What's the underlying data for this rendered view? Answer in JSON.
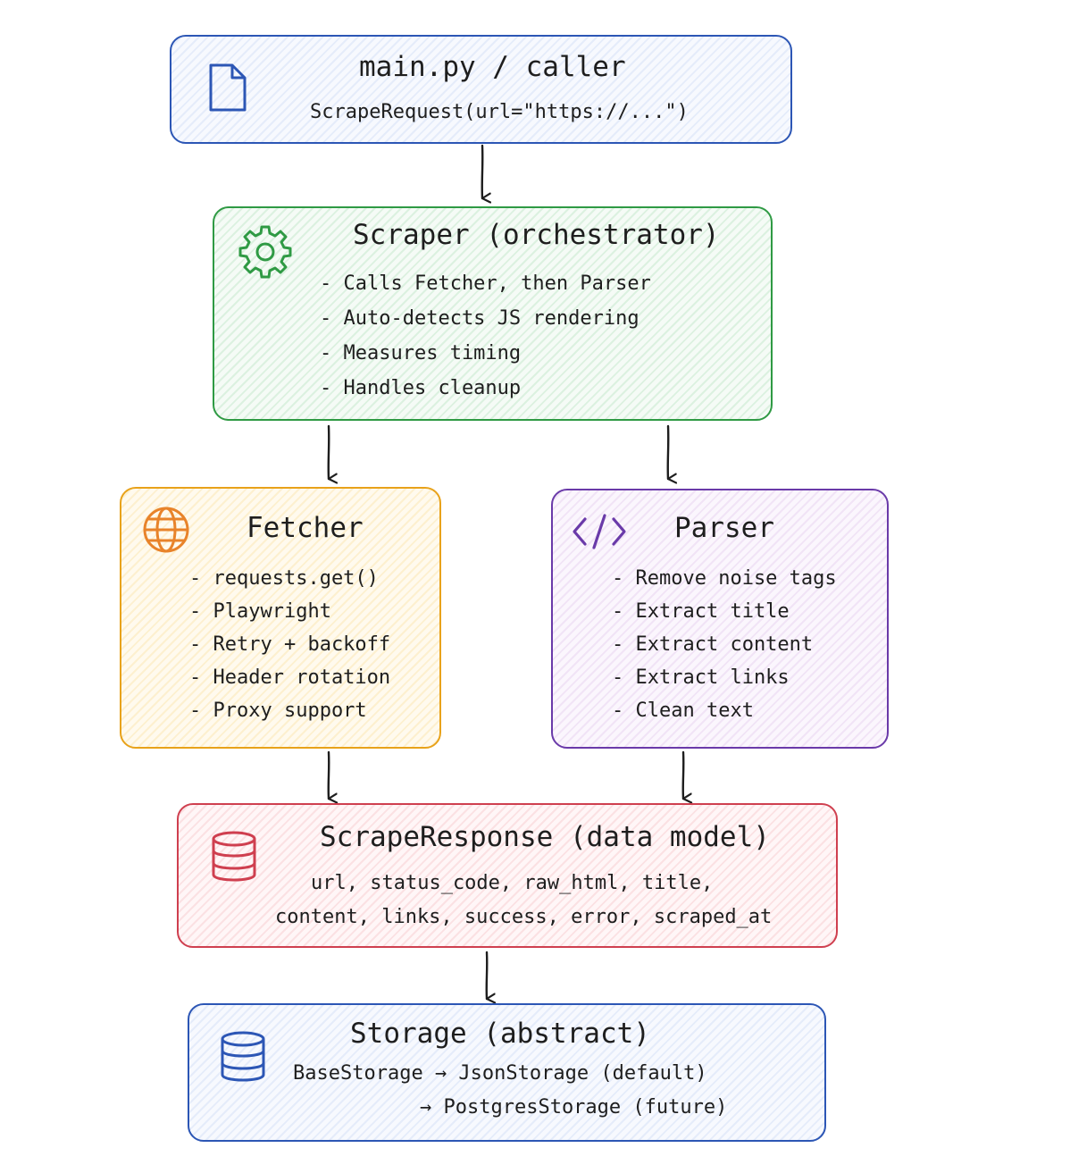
{
  "caller": {
    "title": "main.py / caller",
    "line": "ScrapeRequest(url=\"https://...\")",
    "icon": "file-icon",
    "color": "#2c56b5"
  },
  "scraper": {
    "title": "Scraper (orchestrator)",
    "items": [
      "- Calls Fetcher, then Parser",
      "- Auto-detects JS rendering",
      "- Measures timing",
      "- Handles cleanup"
    ],
    "icon": "gear-icon",
    "color": "#2f9a44"
  },
  "fetcher": {
    "title": "Fetcher",
    "items": [
      "- requests.get()",
      "- Playwright",
      "- Retry + backoff",
      "- Header rotation",
      "- Proxy support"
    ],
    "icon": "globe-icon",
    "color": "#e8a21a"
  },
  "parser": {
    "title": "Parser",
    "items": [
      "- Remove noise tags",
      "- Extract title",
      "- Extract content",
      "- Extract links",
      "- Clean text"
    ],
    "icon": "code-icon",
    "color": "#6a3aa9"
  },
  "response": {
    "title": "ScrapeResponse (data model)",
    "lines": [
      "url, status_code, raw_html, title,",
      "content, links, success, error, scraped_at"
    ],
    "icon": "database-icon",
    "color": "#cf3f4f"
  },
  "storage": {
    "title": "Storage (abstract)",
    "lines": [
      "BaseStorage → JsonStorage (default)",
      "→ PostgresStorage (future)"
    ],
    "icon": "database-icon",
    "color": "#2c56b5"
  }
}
